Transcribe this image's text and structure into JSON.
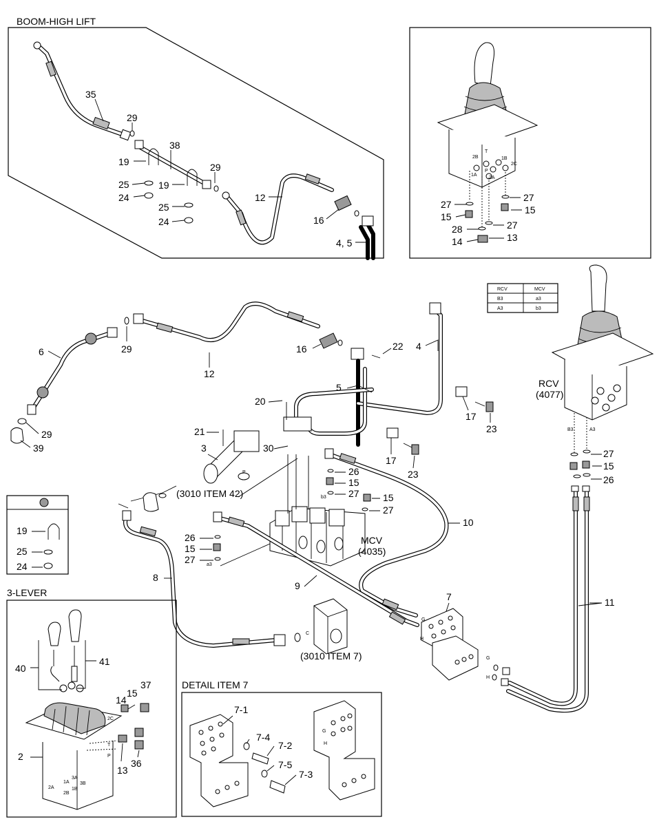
{
  "titles": {
    "boom_high_lift": "BOOM-HIGH LIFT",
    "three_lever": "3-LEVER",
    "detail_item_7": "DETAIL ITEM 7"
  },
  "table": {
    "headers": [
      "RCV",
      "MCV"
    ],
    "rows": [
      [
        "B3",
        "a3"
      ],
      [
        "A3",
        "b3"
      ]
    ]
  },
  "components": {
    "rcv": "RCV",
    "rcv_num": "(4077)",
    "mcv": "MCV",
    "mcv_num": "(4035)",
    "ref_3010_item42": "(3010 ITEM 42)",
    "ref_3010_item7": "(3010 ITEM 7)"
  },
  "port_labels": {
    "p": "P",
    "c": "C",
    "g": "G",
    "h": "H",
    "b3": "B3",
    "a3": "A3",
    "a3_small": "a3",
    "b3_small": "b3",
    "t": "T",
    "two_b": "2B",
    "one_b": "1B",
    "two_c": "2C",
    "two_a": "2A",
    "one_a": "1A",
    "three_a": "3A",
    "three_b": "3B"
  },
  "callouts": {
    "c35": "35",
    "c29a": "29",
    "c38": "38",
    "c19a": "19",
    "c29b": "29",
    "c25a": "25",
    "c19b": "19",
    "c24a": "24",
    "c25b": "25",
    "c24b": "24",
    "c12a": "12",
    "c16a": "16",
    "c45": "4, 5",
    "c27a": "27",
    "c15a": "15",
    "c27b": "27",
    "c15b": "15",
    "c28": "28",
    "c27c": "27",
    "c14a": "14",
    "c13a": "13",
    "c6": "6",
    "c29c": "29",
    "c12b": "12",
    "c16b": "16",
    "c22": "22",
    "c4": "4",
    "c5": "5",
    "c20": "20",
    "c17a": "17",
    "c23a": "23",
    "c17b": "17",
    "c23b": "23",
    "c29d": "29",
    "c39": "39",
    "c21": "21",
    "c3": "3",
    "c30": "30",
    "c26a": "26",
    "c15c": "15",
    "c27d": "27",
    "c15d": "15",
    "c27e": "27",
    "c10": "10",
    "c26b": "26",
    "c15e": "15",
    "c27f": "27",
    "c8": "8",
    "c9": "9",
    "c7": "7",
    "c19c": "19",
    "c25c": "25",
    "c24c": "24",
    "c27g": "27",
    "c15f": "15",
    "c26c": "26",
    "c11": "11",
    "c40": "40",
    "c41": "41",
    "c37": "37",
    "c15g": "15",
    "c14b": "14",
    "c2": "2",
    "c13b": "13",
    "c36": "36",
    "c7_1": "7-1",
    "c7_4": "7-4",
    "c7_2": "7-2",
    "c7_5": "7-5",
    "c7_3": "7-3"
  }
}
